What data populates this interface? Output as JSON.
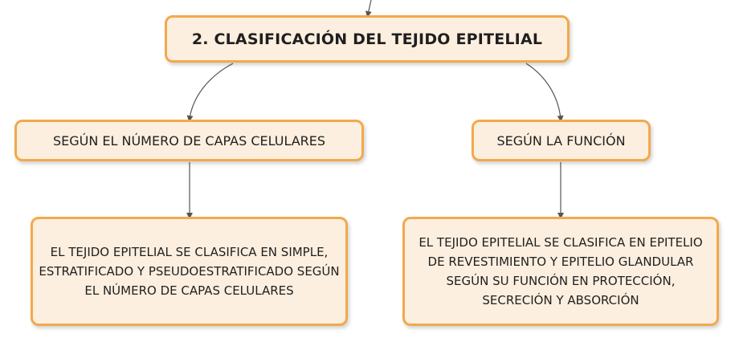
{
  "diagram": {
    "main": {
      "title": "2. CLASIFICACIÓN DEL TEJIDO EPITELIAL"
    },
    "branches": [
      {
        "label": "SEGÚN EL NÚMERO DE CAPAS CELULARES",
        "description": "EL TEJIDO EPITELIAL SE CLASIFICA EN SIMPLE, ESTRATIFICADO Y PSEUDOESTRATIFICADO SEGÚN EL NÚMERO DE CAPAS CELULARES"
      },
      {
        "label": "SEGÚN LA FUNCIÓN",
        "description": "EL TEJIDO EPITELIAL SE CLASIFICA EN EPITELIO DE REVESTIMIENTO Y EPITELIO GLANDULAR SEGÚN SU FUNCIÓN EN PROTECCIÓN, SECRECIÓN Y ABSORCIÓN"
      }
    ],
    "colors": {
      "node_fill": "#fdefdf",
      "node_border": "#f2a94c",
      "connector": "#555555"
    }
  }
}
